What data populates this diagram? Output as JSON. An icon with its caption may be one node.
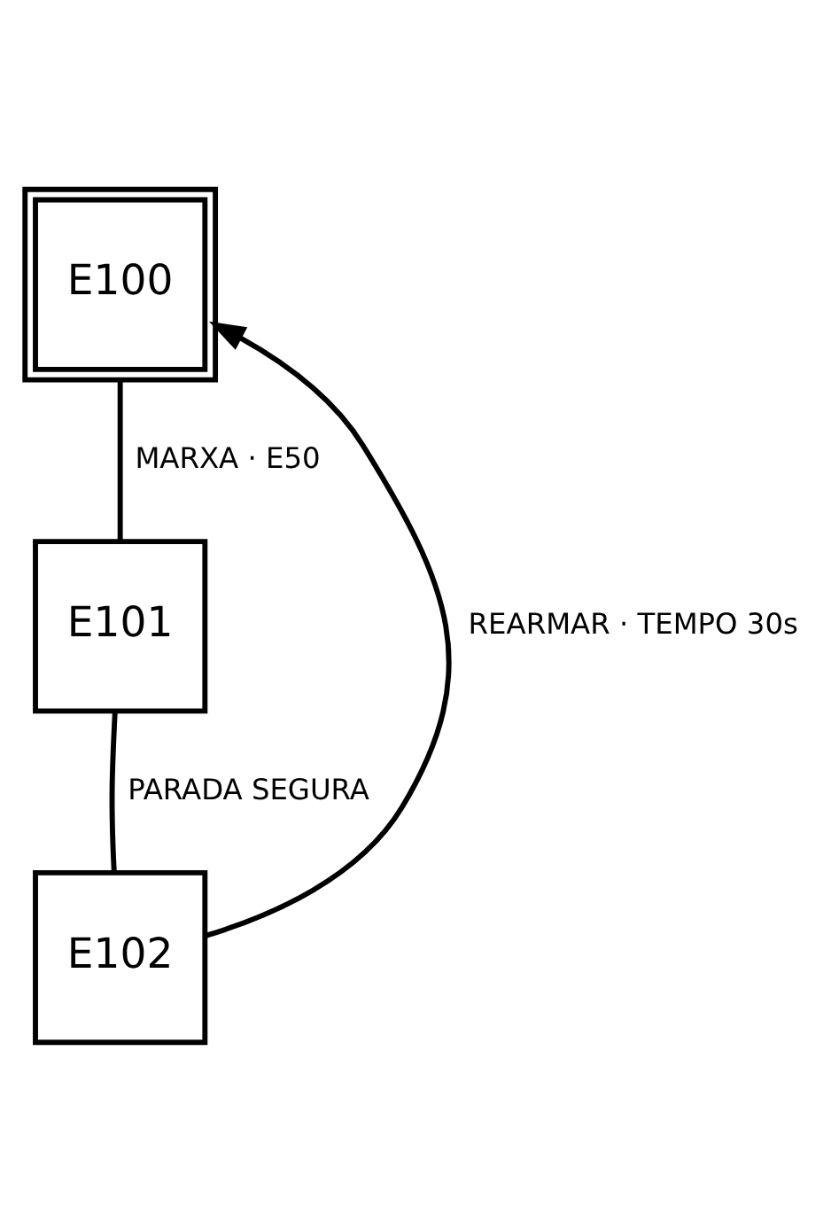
{
  "diagram": {
    "nodes": [
      {
        "text": [
          "E100"
        ]
      },
      {
        "text": [
          "E101"
        ]
      },
      {
        "text": [
          "E102"
        ]
      }
    ],
    "edges": [
      {
        "from": 0,
        "to": 1,
        "arrow": "none",
        "label": "MARXA · E50"
      },
      {
        "from": 1,
        "to": 2,
        "arrow": "none",
        "label": "PARADA SEGURA"
      },
      {
        "from": 2,
        "to": 0,
        "arrow": "to",
        "label": "REARMAR · TEMPO 30s"
      }
    ]
  }
}
